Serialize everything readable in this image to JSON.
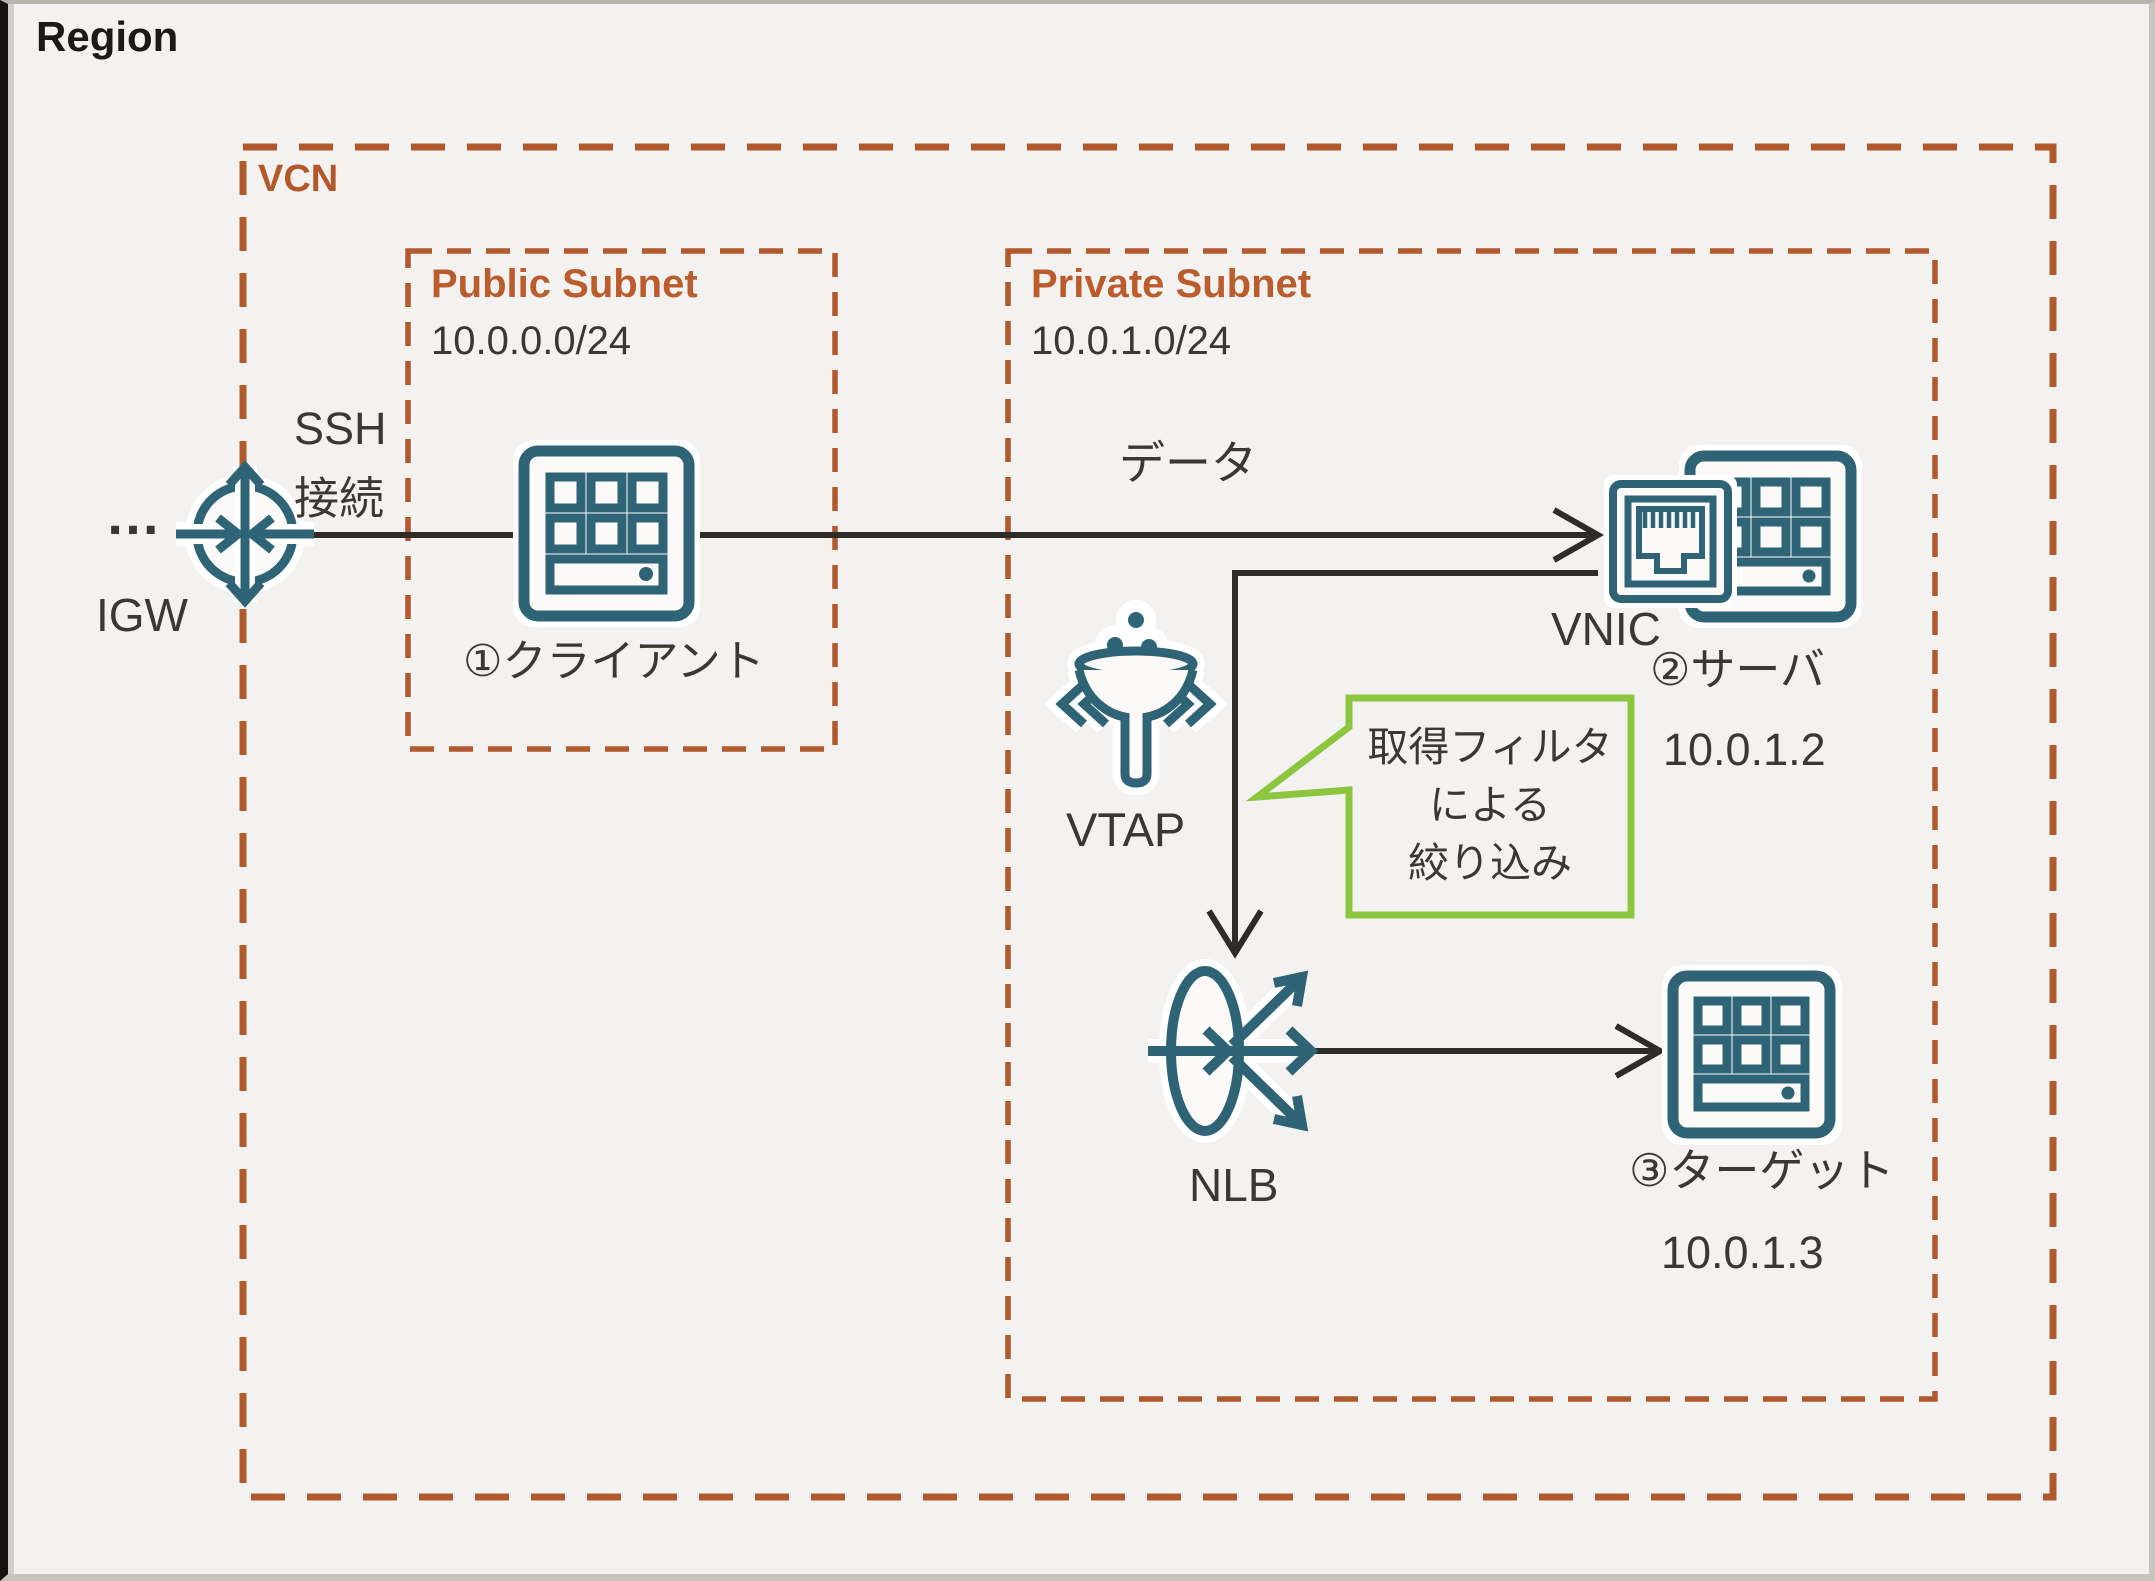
{
  "region": {
    "label": "Region"
  },
  "vcn": {
    "label": "VCN"
  },
  "public_subnet": {
    "title": "Public Subnet",
    "cidr": "10.0.0.0/24"
  },
  "private_subnet": {
    "title": "Private Subnet",
    "cidr": "10.0.1.0/24"
  },
  "internet": {
    "ellipsis": "…"
  },
  "igw": {
    "label": "IGW"
  },
  "ssh": {
    "line1": "SSH",
    "line2": "接続"
  },
  "client": {
    "label": "①クライアント"
  },
  "flow": {
    "data_label": "データ"
  },
  "vnic": {
    "label": "VNIC"
  },
  "server": {
    "label": "②サーバ",
    "ip": "10.0.1.2"
  },
  "vtap": {
    "label": "VTAP"
  },
  "callout": {
    "line1": "取得フィルタ",
    "line2": "による",
    "line3": "絞り込み"
  },
  "nlb": {
    "label": "NLB"
  },
  "target": {
    "label": "③ターゲット",
    "ip": "10.0.1.3"
  },
  "colors": {
    "background": "#f4f2f0",
    "dashed_border_orange": "#b2592c",
    "subnet_title_orange": "#bb5c2c",
    "icon_teal": "#2f6476",
    "line_black": "#2e2b28",
    "callout_green": "#8cc63f",
    "text_dark": "#3b3733"
  }
}
